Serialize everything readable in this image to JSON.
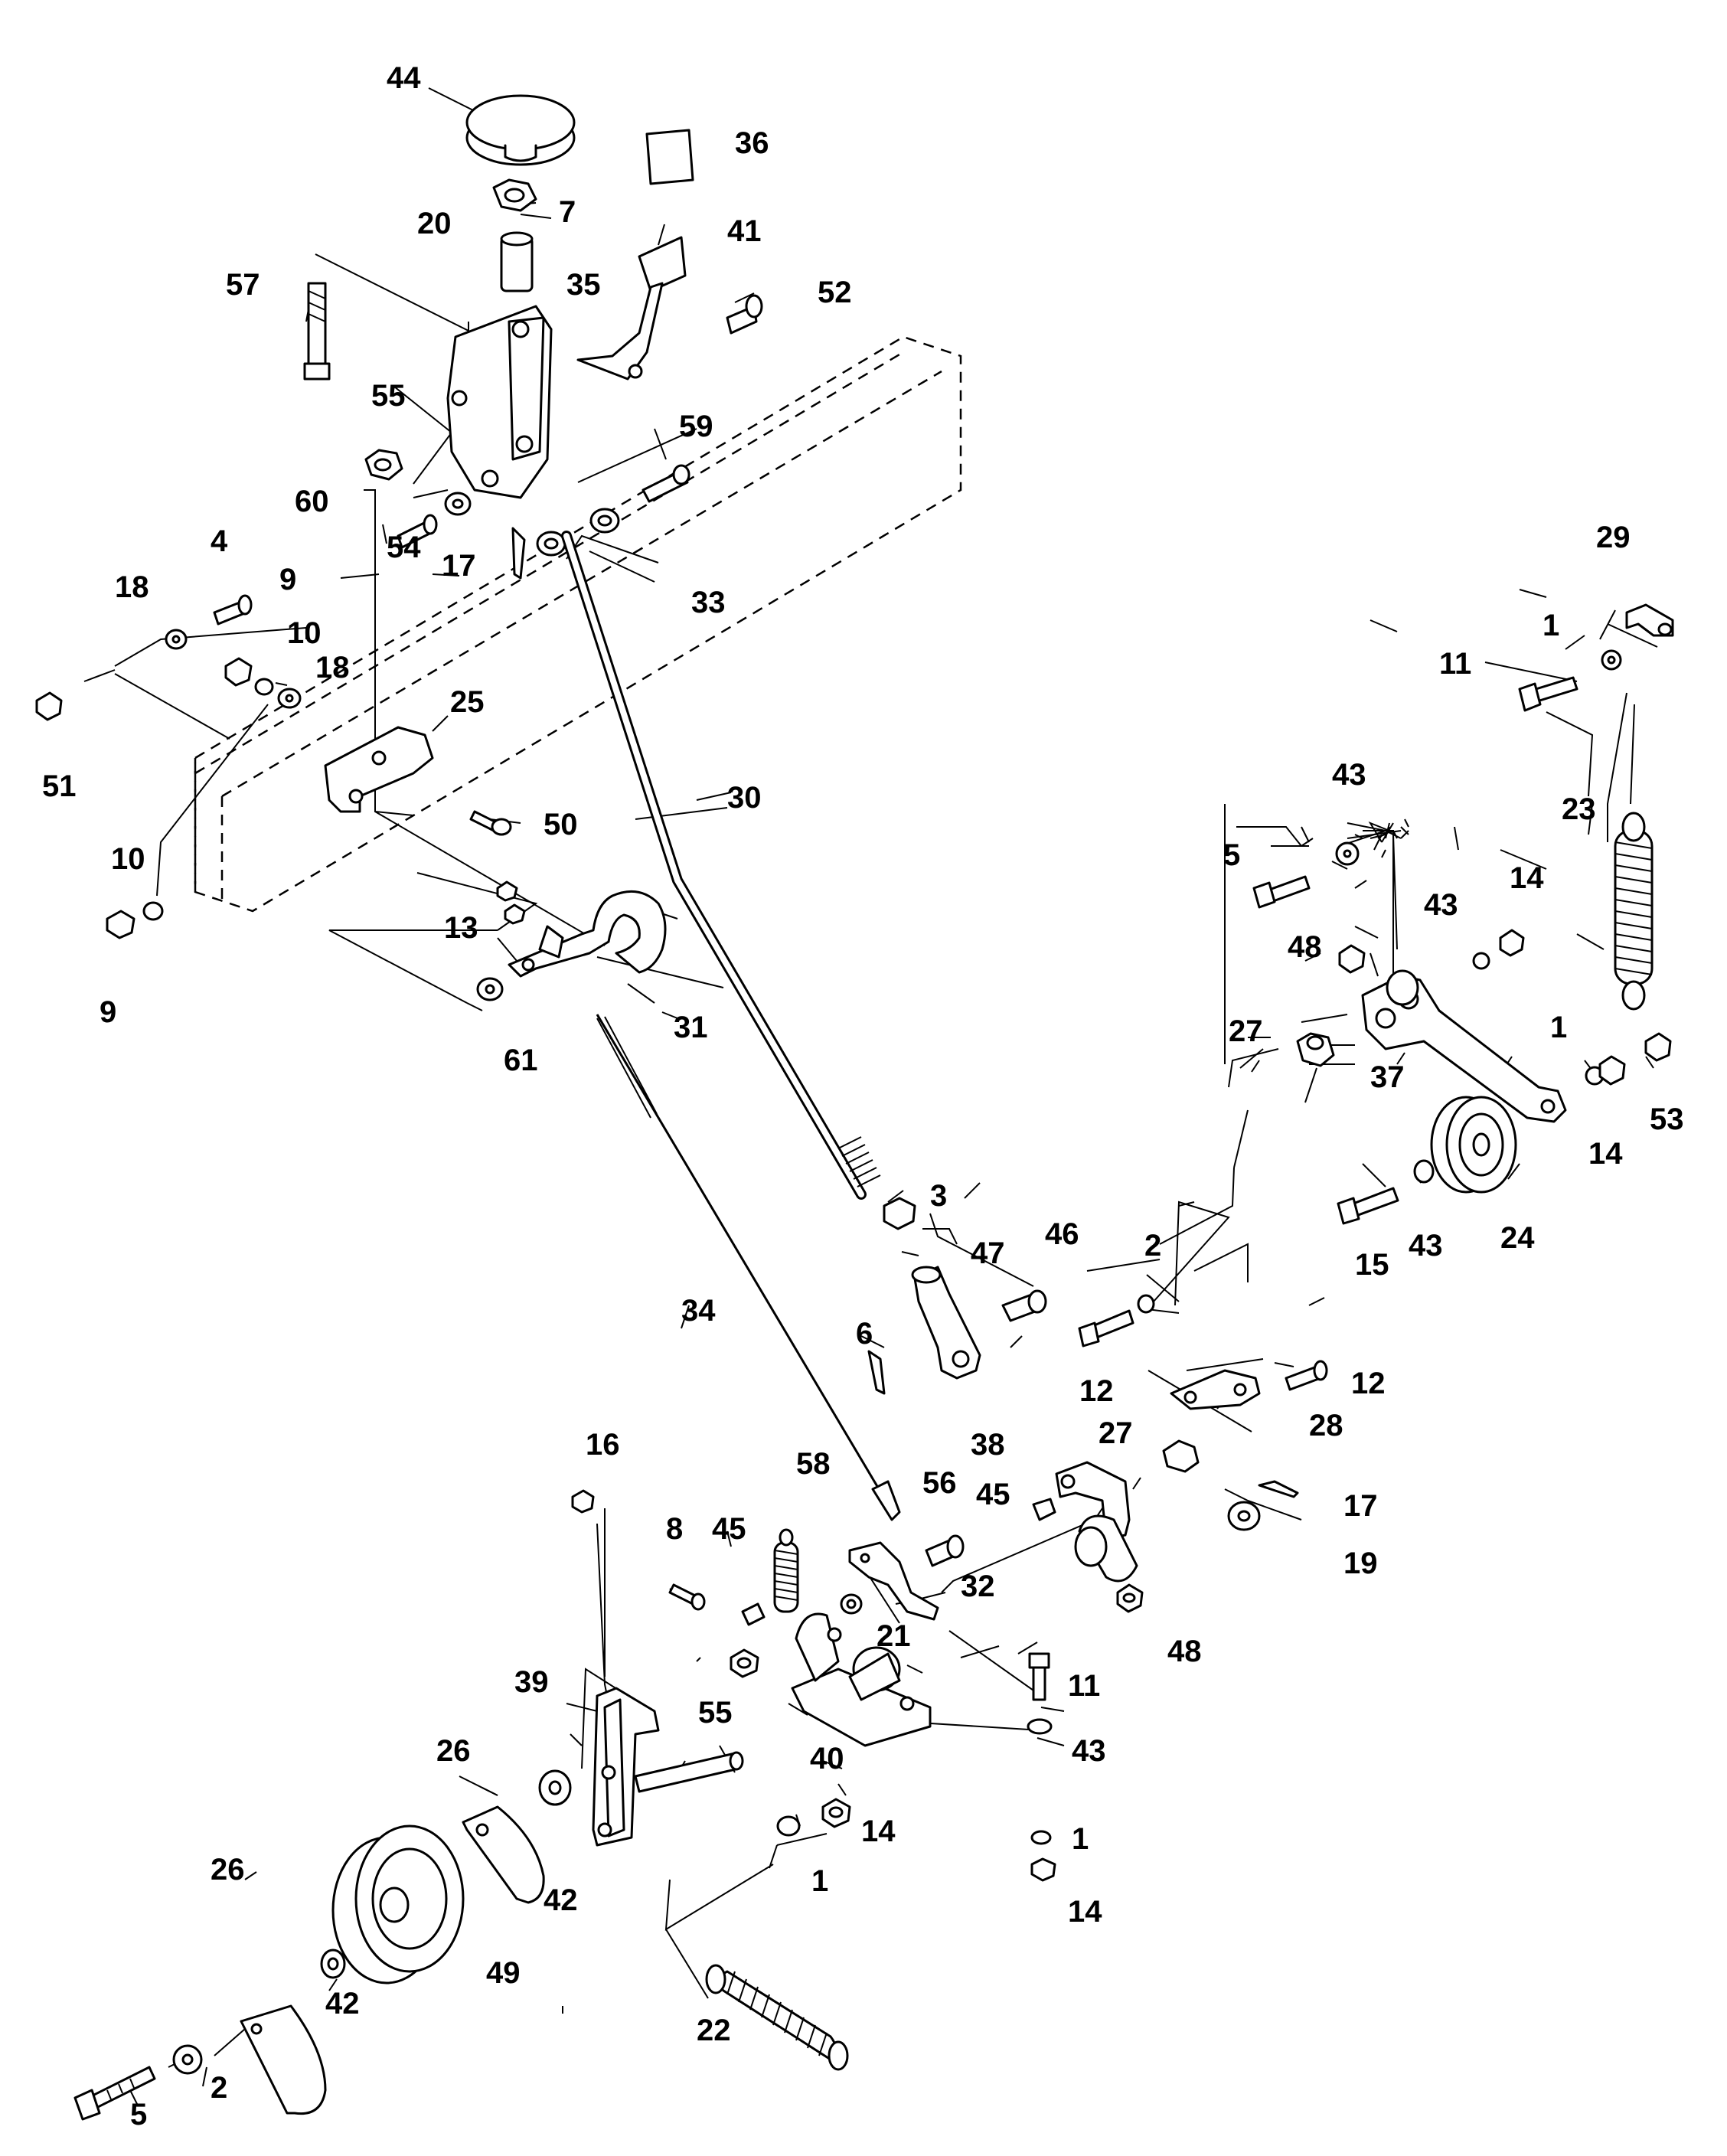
{
  "callouts": {
    "c44": "44",
    "c36": "36",
    "c7": "7",
    "c20": "20",
    "c41": "41",
    "c57": "57",
    "c35": "35",
    "c52": "52",
    "c55a": "55",
    "c59": "59",
    "c60": "60",
    "c54": "54",
    "c17a": "17",
    "c33": "33",
    "c4": "4",
    "c18a": "18",
    "c9a": "9",
    "c10a": "10",
    "c18b": "18",
    "c51": "51",
    "c25": "25",
    "c50": "50",
    "c10b": "10",
    "c9b": "9",
    "c13": "13",
    "c31": "31",
    "c61": "61",
    "c30": "30",
    "c29": "29",
    "c1a": "1",
    "c11a": "11",
    "c23": "23",
    "c43a": "43",
    "c5a": "5",
    "c43b": "43",
    "c14a": "14",
    "c48a": "48",
    "c27a": "27",
    "c37": "37",
    "c1b": "1",
    "c53": "53",
    "c14b": "14",
    "c15": "15",
    "c43c": "43",
    "c24": "24",
    "c3": "3",
    "c46": "46",
    "c47": "47",
    "c2a": "2",
    "c34": "34",
    "c6": "6",
    "c12a": "12",
    "c12b": "12",
    "c28": "28",
    "c27b": "27",
    "c38": "38",
    "c45a": "45",
    "c17b": "17",
    "c19": "19",
    "c16": "16",
    "c58": "58",
    "c56": "56",
    "c8": "8",
    "c45b": "45",
    "c32": "32",
    "c21": "21",
    "c48b": "48",
    "c55b": "55",
    "c39": "39",
    "c40": "40",
    "c11b": "11",
    "c43d": "43",
    "c26a": "26",
    "c42a": "42",
    "c14c": "14",
    "c1c": "1",
    "c1d": "1",
    "c14d": "14",
    "c26b": "26",
    "c49": "49",
    "c42b": "42",
    "c5b": "5",
    "c2b": "2",
    "c22": "22"
  }
}
